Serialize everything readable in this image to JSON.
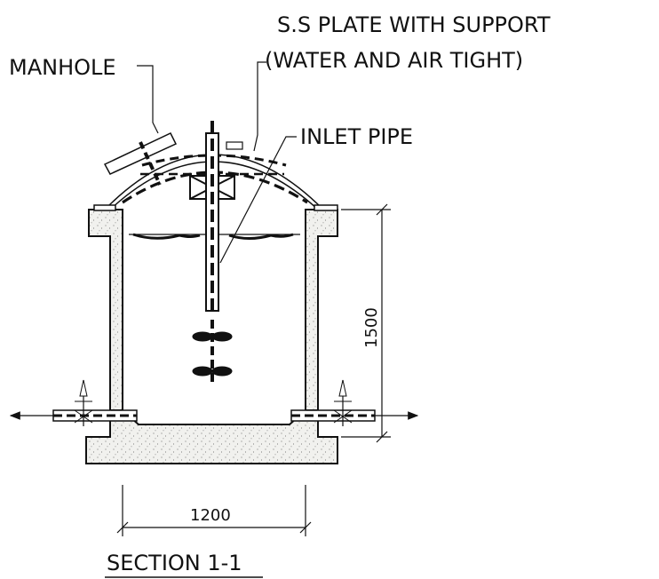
{
  "labels": {
    "manhole": "MANHOLE",
    "plate_line1": "S.S PLATE WITH SUPPORT",
    "plate_line2": "(WATER AND AIR TIGHT)",
    "inlet_pipe": "INLET PIPE",
    "height_dim": "1500",
    "width_dim": "1200",
    "section_title": "SECTION 1-1"
  },
  "colors": {
    "line": "#111111",
    "concrete_fill": "#eeeeea"
  }
}
